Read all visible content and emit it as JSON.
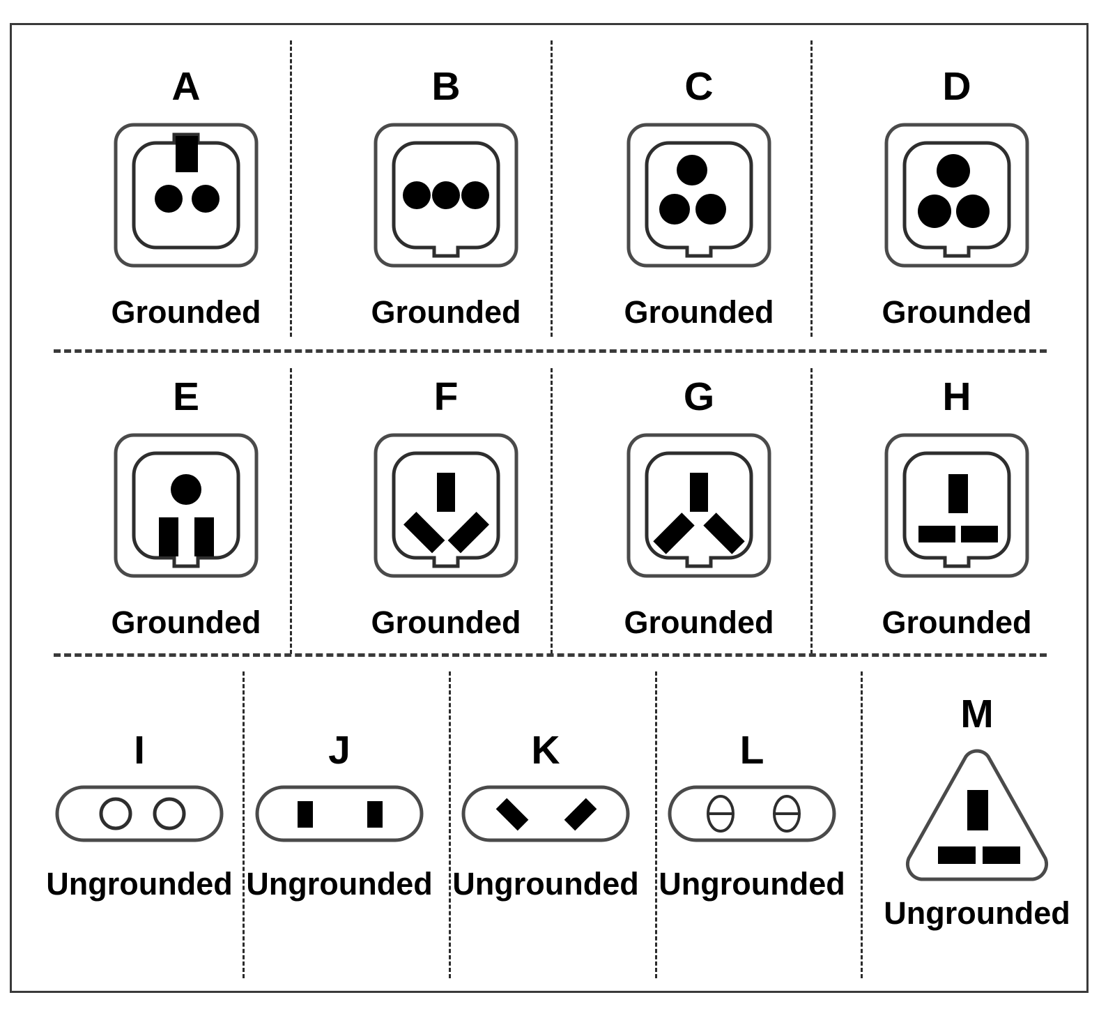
{
  "diagram": {
    "title_letters": [
      "A",
      "B",
      "C",
      "D",
      "E",
      "F",
      "G",
      "H",
      "I",
      "J",
      "K",
      "L",
      "M"
    ],
    "border_color": "#3a3a3a",
    "divider_color": "#2b2b2b",
    "fill_color": "#000000",
    "background": "#ffffff",
    "labels": {
      "grounded": "Grounded",
      "ungrounded": "Ungrounded"
    },
    "rows": [
      {
        "row_id": "row-1",
        "cells": [
          {
            "letter": "A",
            "caption": "Grounded",
            "shape": "square-socket",
            "pins": "top-square-2-round"
          },
          {
            "letter": "B",
            "caption": "Grounded",
            "shape": "square-socket",
            "pins": "three-round-horizontal"
          },
          {
            "letter": "C",
            "caption": "Grounded",
            "shape": "square-socket",
            "pins": "three-round-triangle-small"
          },
          {
            "letter": "D",
            "caption": "Grounded",
            "shape": "square-socket",
            "pins": "three-round-triangle-large"
          }
        ]
      },
      {
        "row_id": "row-2",
        "cells": [
          {
            "letter": "E",
            "caption": "Grounded",
            "shape": "square-socket",
            "pins": "round-top-two-vertical-bars"
          },
          {
            "letter": "F",
            "caption": "Grounded",
            "shape": "square-socket",
            "pins": "vertical-bar-two-outward-diagonals"
          },
          {
            "letter": "G",
            "caption": "Grounded",
            "shape": "square-socket",
            "pins": "vertical-bar-two-inward-diagonals"
          },
          {
            "letter": "H",
            "caption": "Grounded",
            "shape": "square-socket",
            "pins": "vertical-bar-two-horizontal-bars"
          }
        ]
      },
      {
        "row_id": "row-3",
        "cells": [
          {
            "letter": "I",
            "caption": "Ungrounded",
            "shape": "pill-socket",
            "pins": "two-round-outline"
          },
          {
            "letter": "J",
            "caption": "Ungrounded",
            "shape": "pill-socket",
            "pins": "two-vertical-bars"
          },
          {
            "letter": "K",
            "caption": "Ungrounded",
            "shape": "pill-socket",
            "pins": "two-diagonal-bars"
          },
          {
            "letter": "L",
            "caption": "Ungrounded",
            "shape": "pill-socket",
            "pins": "two-slotted-ovals"
          },
          {
            "letter": "M",
            "caption": "Ungrounded",
            "shape": "triangle-socket",
            "pins": "vertical-bar-two-horizontal-bars"
          }
        ]
      }
    ]
  }
}
